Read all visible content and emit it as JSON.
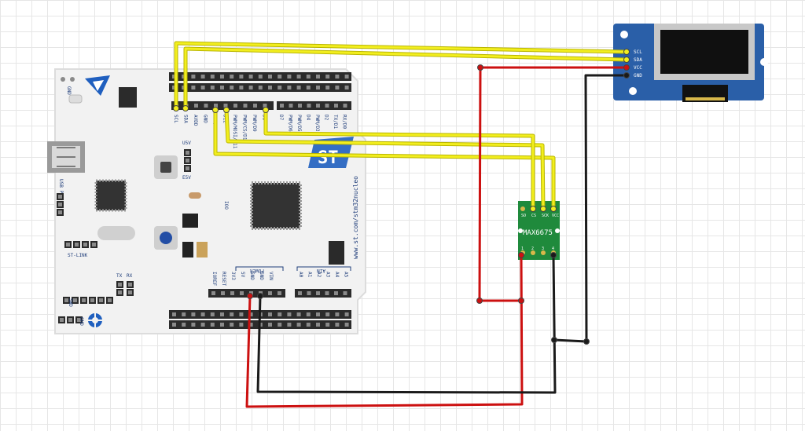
{
  "board": {
    "colors": {
      "pcb": "#f2f2f2",
      "pcb_edge": "#dcdcdc",
      "header": "#2b2b2b",
      "pin": "#8a8a8a",
      "silk": "#1f3d7a",
      "chip": "#333333"
    },
    "top_left_labels": [
      "SCL",
      "SDA",
      "AVDD",
      "GND",
      "PWM/D13",
      "D12",
      "PWM/MOSI/D11",
      "PWM/CS/D10",
      "PWM/D9",
      "D8"
    ],
    "top_right_labels": [
      "D7",
      "PWM/D6",
      "PWM/D5",
      "D4",
      "PWM/D3",
      "D2",
      "TX/D1",
      "RX/D0"
    ],
    "power_labels": [
      "IOREF",
      "RESET",
      "3V3",
      "5V",
      "GND",
      "GND",
      "VIN"
    ],
    "analog_labels": [
      "A0",
      "A1",
      "A2",
      "A3",
      "A4",
      "A5"
    ],
    "power_group": "POWER",
    "analog_group": "AIN",
    "url_text": "www.st.com/stm32nucleo",
    "usb_pwr": "USB PWR",
    "st_link": "ST-LINK",
    "gnd": "GND",
    "u5v": "U5V",
    "e5v": "E5V",
    "ioo": "IOO",
    "swd": "SWD",
    "tx": "TX",
    "rx": "RX"
  },
  "oled": {
    "colors": {
      "board": "#2a5fa8",
      "screen": "#101010",
      "bezel": "#c8c8c8"
    },
    "pins": [
      "SCL",
      "SDA",
      "VCC",
      "GND"
    ]
  },
  "sensor": {
    "label": "MAX6675",
    "colors": {
      "board": "#1f8a3c"
    },
    "top_pins": [
      "SO",
      "CS",
      "SCK",
      "VCC"
    ],
    "bottom_pins": [
      "1",
      "2",
      "3",
      "4"
    ]
  },
  "wires": {
    "colors": {
      "signal": "#f2ee1e",
      "signal_edge": "#b9b500",
      "power": "#cc1010",
      "ground": "#1a1a1a"
    }
  }
}
